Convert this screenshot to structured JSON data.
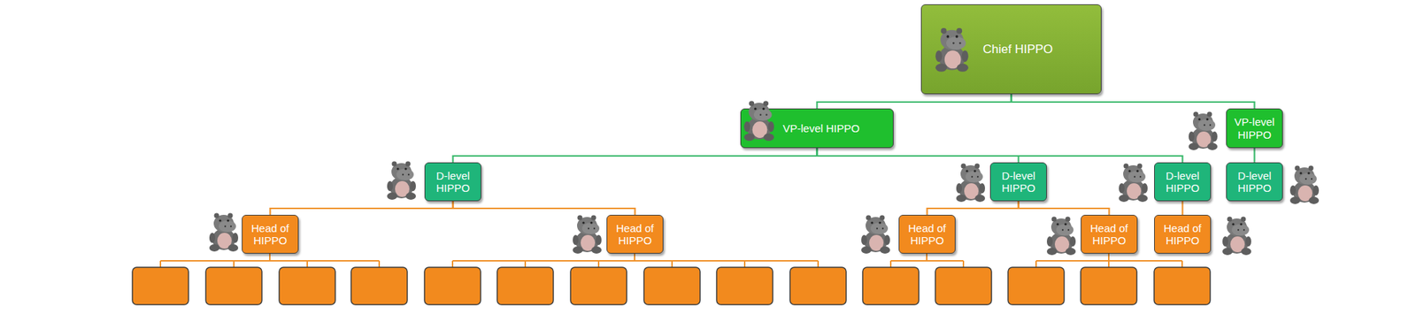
{
  "diagram": {
    "nodes": [
      {
        "text": [
          "Chief HIPPO"
        ]
      },
      {
        "text": [
          "VP-level HIPPO"
        ]
      },
      {
        "text": [
          "VP-level HIPPO"
        ]
      },
      {
        "text": [
          "D-level HIPPO"
        ]
      },
      {
        "text": [
          "D-level HIPPO"
        ]
      },
      {
        "text": [
          "D-level HIPPO"
        ]
      },
      {
        "text": [
          "D-level HIPPO"
        ]
      },
      {
        "text": [
          "Head of HIPPO"
        ]
      },
      {
        "text": [
          "Head of HIPPO"
        ]
      },
      {
        "text": [
          "Head of HIPPO"
        ]
      },
      {
        "text": [
          "Head of HIPPO"
        ]
      },
      {
        "text": [
          "Head of HIPPO"
        ]
      }
    ],
    "edges": [
      {
        "from": 0,
        "to": 1,
        "arrow": "none"
      },
      {
        "from": 0,
        "to": 2,
        "arrow": "none"
      },
      {
        "from": 1,
        "to": 3,
        "arrow": "none"
      },
      {
        "from": 1,
        "to": 4,
        "arrow": "none"
      },
      {
        "from": 1,
        "to": 5,
        "arrow": "none"
      },
      {
        "from": 2,
        "to": 6,
        "arrow": "none"
      },
      {
        "from": 3,
        "to": 7,
        "arrow": "none"
      },
      {
        "from": 3,
        "to": 8,
        "arrow": "none"
      },
      {
        "from": 4,
        "to": 9,
        "arrow": "none"
      },
      {
        "from": 4,
        "to": 10,
        "arrow": "none"
      },
      {
        "from": 5,
        "to": 11,
        "arrow": "none"
      }
    ]
  }
}
